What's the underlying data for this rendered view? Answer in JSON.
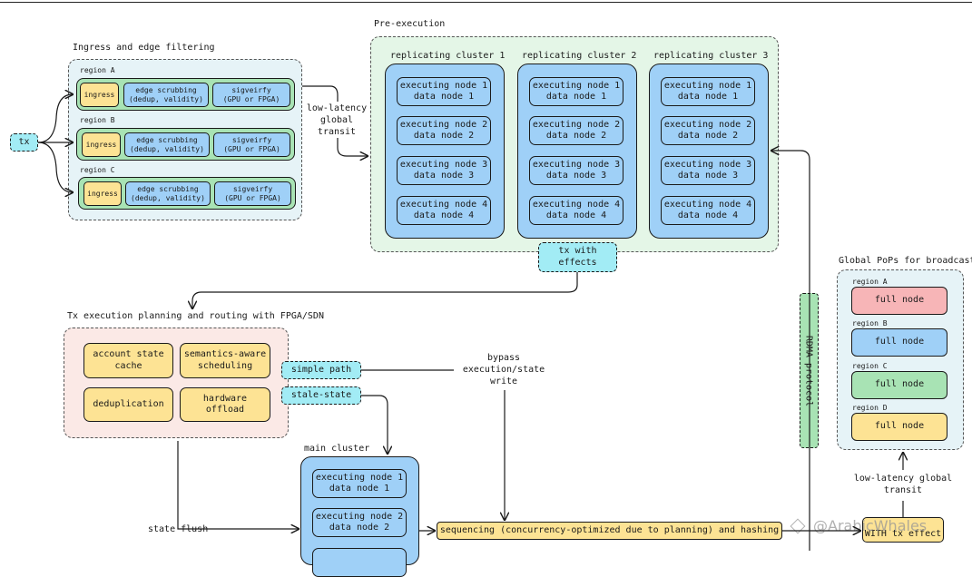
{
  "ingress": {
    "title": "Ingress and edge filtering",
    "regions": [
      {
        "label": "region A",
        "ingress": "ingress",
        "scrubbing": "edge scrubbing\n(dedup, validity)",
        "sigverify": "sigveirfy\n(GPU or FPGA)"
      },
      {
        "label": "region B",
        "ingress": "ingress",
        "scrubbing": "edge scrubbing\n(dedup, validity)",
        "sigverify": "sigveirfy\n(GPU or FPGA)"
      },
      {
        "label": "region C",
        "ingress": "ingress",
        "scrubbing": "edge scrubbing\n(dedup, validity)",
        "sigverify": "sigveirfy\n(GPU or FPGA)"
      }
    ]
  },
  "tx_label": "tx",
  "transit_label": "low-latency\nglobal\ntransit",
  "pre_execution": {
    "title": "Pre-execution",
    "clusters": [
      {
        "title": "replicating cluster 1",
        "nodes": [
          "executing node 1\ndata node 1",
          "executing node 2\ndata node 2",
          "executing node 3\ndata node 3",
          "executing node 4\ndata node 4"
        ]
      },
      {
        "title": "replicating cluster 2",
        "nodes": [
          "executing node 1\ndata node 1",
          "executing node 2\ndata node 2",
          "executing node 3\ndata node 3",
          "executing node 4\ndata node 4"
        ]
      },
      {
        "title": "replicating cluster 3",
        "nodes": [
          "executing node 1\ndata node 1",
          "executing node 2\ndata node 2",
          "executing node 3\ndata node 3",
          "executing node 4\ndata node 4"
        ]
      }
    ],
    "tx_effects": "tx with\neffects"
  },
  "planning": {
    "title": "Tx execution planning and routing with FPGA/SDN",
    "items": [
      "account state\ncache",
      "semantics-aware\nscheduling",
      "deduplication",
      "hardware\noffload"
    ],
    "simple_path": "simple path",
    "stale_state": "stale-state",
    "bypass": "bypass\nexecution/state\nwrite",
    "state_flush": "state flush"
  },
  "main_cluster": {
    "title": "main cluster",
    "nodes": [
      "executing node 1\ndata node 1",
      "executing node 2\ndata node 2"
    ]
  },
  "sequencing": "sequencing (concurrency-optimized due to planning) and hashing",
  "rdma": "RDMA protocol",
  "global_pops": {
    "title": "Global PoPs for broadcast",
    "regions": [
      {
        "label": "region A",
        "node": "full node",
        "color": "#f7b5b7"
      },
      {
        "label": "region B",
        "node": "full node",
        "color": "#9fd0f7"
      },
      {
        "label": "region C",
        "node": "full node",
        "color": "#a8e3b4"
      },
      {
        "label": "region D",
        "node": "full node",
        "color": "#fde394"
      }
    ],
    "transit": "low-latency global\ntransit",
    "tx_effect_box": "WITH tx effect"
  },
  "watermark": "@ArabicWhales",
  "colors": {
    "blue": "#9fd0f7",
    "yellow": "#fde394",
    "green": "#a8e3b4",
    "cyan": "#a2ecf5",
    "red": "#f7b5b7"
  }
}
